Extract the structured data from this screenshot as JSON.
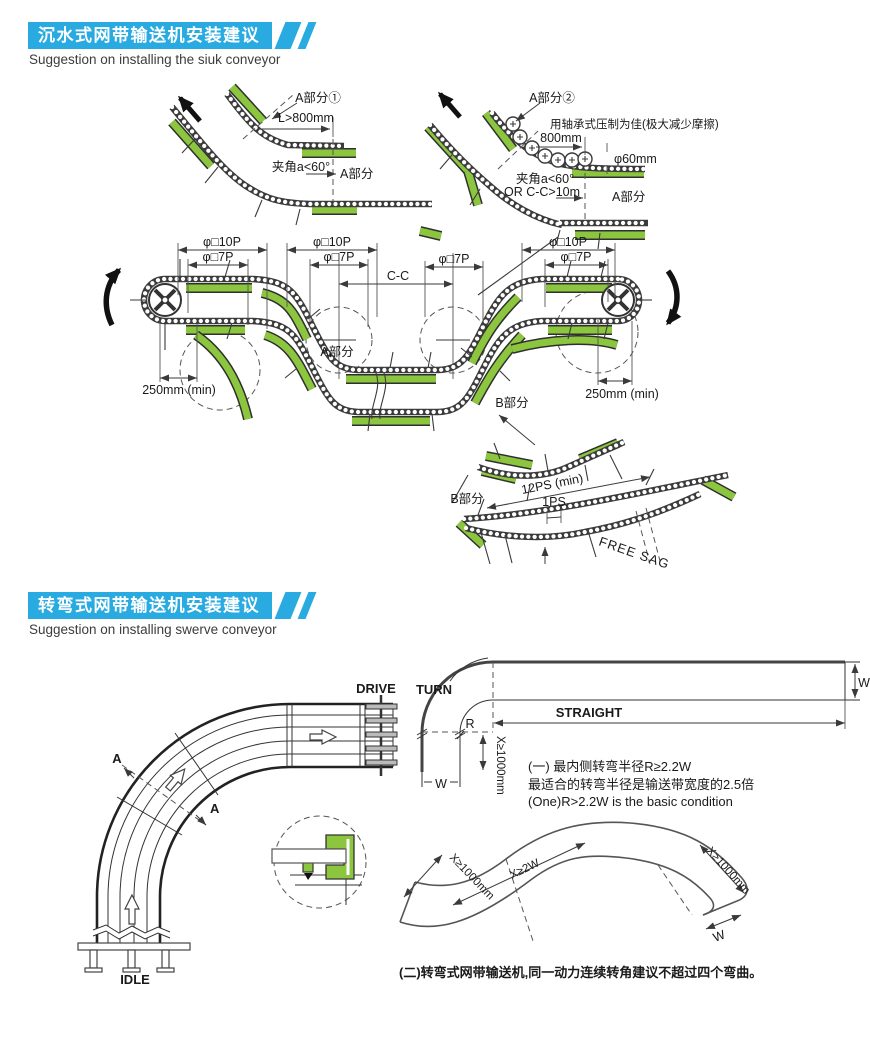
{
  "colors": {
    "banner": "#29ABE2",
    "rail": "#8CC63F",
    "ink": "#333333"
  },
  "section1": {
    "banner_title": "沉水式网带输送机安装建议",
    "subtitle": "Suggestion on installing the siuk conveyor",
    "labels": {
      "aPart1": "A部分①",
      "l800": "L>800mm",
      "angleLeft": "夹角a<60°",
      "aPartLeft": "A部分",
      "aPart2": "A部分②",
      "bearingNote": "用轴承式压制为佳(极大减少摩擦)",
      "mm800": "800mm",
      "phi60": "φ60mm",
      "angleRight": "夹角a<60°",
      "orCC": "OR C-C>10m",
      "aPartRight": "A部分",
      "dim10pA": "φ□10P",
      "dim7pA": "φ□7P",
      "dim10pB": "φ□10P",
      "dim7pB": "φ□7P",
      "cc": "C-C",
      "dim7pD": "φ□7P",
      "dim10pC": "φ□10P",
      "dim7pC": "φ□7P",
      "min250Left": "250mm (min)",
      "min250Right": "250mm (min)",
      "aPartMid": "A部分",
      "bPartMid": "B部分",
      "bPartLow": "B部分",
      "ps12": "12PS (min)",
      "ps1": "1PS",
      "freeSag": "FREE SAG"
    }
  },
  "section2": {
    "banner_title": "转弯式网带输送机安装建议",
    "subtitle": "Suggestion on installing swerve conveyor",
    "labels": {
      "drive": "DRIVE",
      "idle": "IDLE",
      "secA1": "A",
      "secA2": "A",
      "turn": "TURN",
      "straight": "STRAIGHT",
      "wRight": "W",
      "r": "R",
      "x1000v": "X≥1000mm",
      "wBottom": "W",
      "note1a": "(一) 最内侧转弯半径R≥2.2W",
      "note1b": "最适合的转弯半径是输送带宽度的2.5倍",
      "note1c": "(One)R>2.2W is the basic condition",
      "sX1000L": "X≥1000mm",
      "sX2w": "X≥2W",
      "sX1000R": "X≥1000mm",
      "sW": "W",
      "note2": "(二)转弯式网带输送机,同一动力连续转角建议不超过四个弯曲。"
    }
  }
}
